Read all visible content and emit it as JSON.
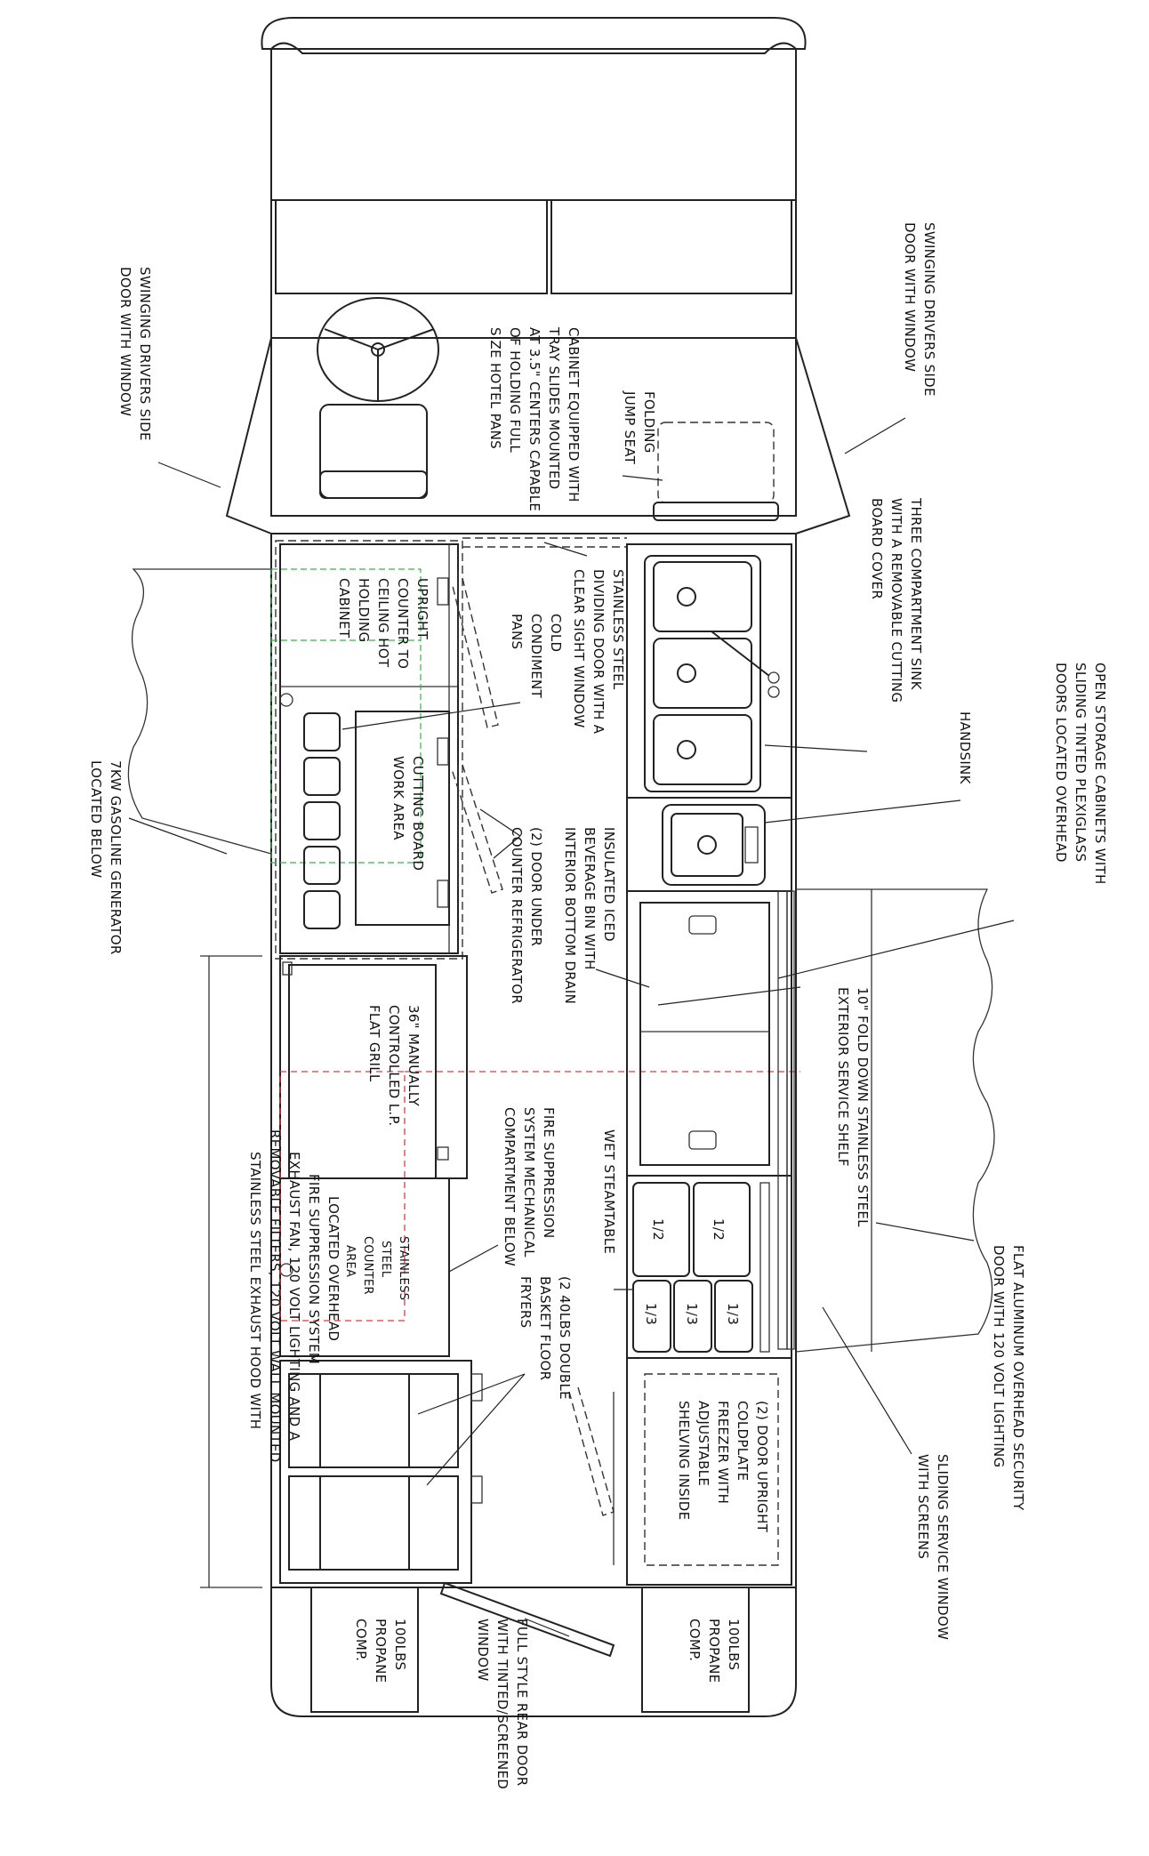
{
  "labels": {
    "driver_door_left": [
      "SWINGING DRIVERS SIDE",
      "DOOR WITH WINDOW"
    ],
    "driver_door_right": [
      "SWINGING DRIVERS SIDE",
      "DOOR WITH WINDOW"
    ],
    "hot_cabinet_note": [
      "CABINET EQUIPPED WITH",
      "TRAY SLIDES MOUNTED",
      "AT 3.5\" CENTERS CAPABLE",
      "OF HOLDING FULL",
      "SIZE HOTEL PANS"
    ],
    "jump_seat": [
      "FOLDING",
      "JUMP SEAT"
    ],
    "three_comp_sink": [
      "THREE COMPARTMENT SINK",
      "WITH A REMOVABLE CUTTING",
      "BOARD COVER"
    ],
    "open_storage": [
      "OPEN STORAGE CABINETS WITH",
      "SLIDING TINTED PLEXIGLASS",
      "DOORS LOCATED OVERHEAD"
    ],
    "handsink": [
      "HANDSINK"
    ],
    "dividing_door": [
      "STAINLESS STEEL",
      "DIVIDING DOOR WITH A",
      "CLEAR SIGHT WINDOW"
    ],
    "condiment": [
      "COLD",
      "CONDIMENT",
      "PANS"
    ],
    "hot_cabinet": [
      "UPRIGHT",
      "COUNTER TO",
      "CEILING HOT",
      "HOLDING",
      "CABINET"
    ],
    "generator": [
      "7KW GASOLINE GENERATOR",
      "LOCATED BELOW"
    ],
    "cutting_board": [
      "CUTTING BOARD",
      "WORK AREA"
    ],
    "refrigerator": [
      "(2) DOOR UNDER",
      "COUNTER REFRIGERATOR"
    ],
    "beverage_bin": [
      "INSULATED ICED",
      "BEVERAGE BIN WITH",
      "INTERIOR BOTTOM DRAIN"
    ],
    "service_shelf": [
      "10\" FOLD DOWN STAINLESS STEEL",
      "EXTERIOR SERVICE SHELF"
    ],
    "flat_grill": [
      "36\" MANUALLY",
      "CONTROLLED L.P.",
      "FLAT GRILL"
    ],
    "fire_suppression": [
      "FIRE SUPPRESSION",
      "SYSTEM MECHANICAL",
      "COMPARTMENT BELOW"
    ],
    "steamtable": [
      "WET STEAMTABLE"
    ],
    "exhaust_hood": [
      "STAINLESS STEEL EXHAUST HOOD WITH",
      "REMOVABLE FILTERS, 120 VOLT WALL MOUNTED",
      "EXHAUST FAN, 120 VOLT LIGHTING AND A",
      "FIRE SUPPRESSION SYSTEM",
      "LOCATED OVERHEAD"
    ],
    "counter_area": [
      "STAINLESS",
      "STEEL",
      "COUNTER",
      "AREA"
    ],
    "security_door": [
      "FLAT ALUMINUM OVERHEAD SECURITY",
      "DOOR WITH 120 VOLT LIGHTING"
    ],
    "fryers": [
      "(2 40LBS DOUBLE",
      "BASKET FLOOR",
      "FRYERS"
    ],
    "freezer": [
      "(2) DOOR UPRIGHT",
      "COLDPLATE",
      "FREEZER WITH",
      "ADJUSTABLE",
      "SHELVING INSIDE"
    ],
    "service_window": [
      "SLIDING SERVICE WINDOW",
      "WITH SCREENS"
    ],
    "propane_left": [
      "100LBS",
      "PROPANE",
      "COMP."
    ],
    "propane_right": [
      "100LBS",
      "PROPANE",
      "COMP."
    ],
    "rear_door": [
      "FULL STYLE REAR DOOR",
      "WITH TINTED/SCREENED",
      "WINDOW"
    ]
  },
  "pans": {
    "half": [
      "1/2",
      "1/2"
    ],
    "third": [
      "1/3",
      "1/3",
      "1/3"
    ]
  }
}
